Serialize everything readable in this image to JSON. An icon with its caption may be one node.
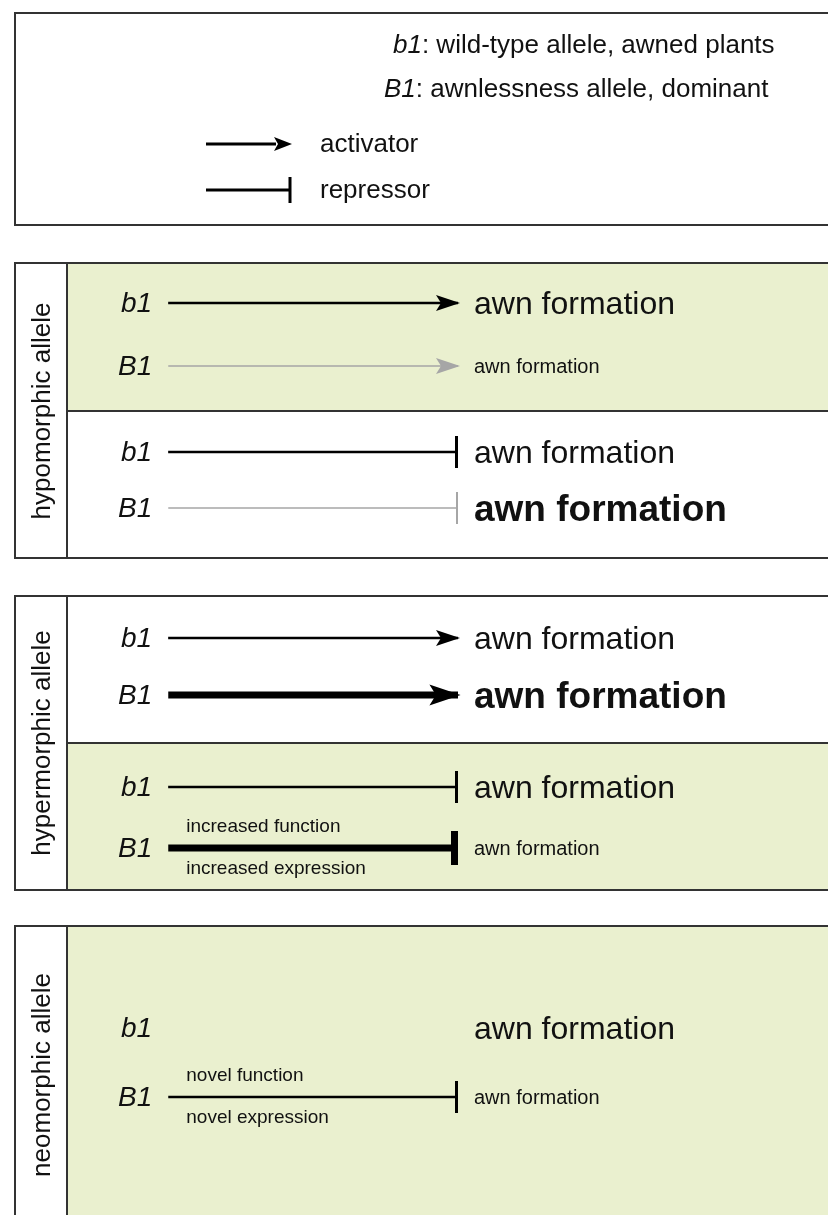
{
  "diagram": {
    "nodes": [
      {
        "text": [
          "hypomorphic allele"
        ]
      },
      {
        "text": [
          "b1"
        ],
        "in": 0
      },
      {
        "text": [
          "awn formation"
        ],
        "in": 0
      },
      {
        "text": [
          "B1"
        ],
        "in": 0
      },
      {
        "text": [
          "awn formation"
        ],
        "in": 0
      },
      {
        "text": [
          "b1"
        ],
        "in": 0
      },
      {
        "text": [
          "awn formation"
        ],
        "in": 0
      },
      {
        "text": [
          "B1"
        ],
        "in": 0
      },
      {
        "text": [
          "awn formation"
        ],
        "in": 0
      },
      {
        "text": [
          "hypermorphic allele"
        ]
      },
      {
        "text": [
          "b1"
        ],
        "in": 9
      },
      {
        "text": [
          "awn formation"
        ],
        "in": 9
      },
      {
        "text": [
          "B1"
        ],
        "in": 9
      },
      {
        "text": [
          "awn formation"
        ],
        "in": 9
      },
      {
        "text": [
          "b1"
        ],
        "in": 9
      },
      {
        "text": [
          "awn formation"
        ],
        "in": 9
      },
      {
        "text": [
          "B1"
        ],
        "in": 9
      },
      {
        "text": [
          "awn formation"
        ],
        "in": 9
      },
      {
        "text": [
          "neomorphic allele"
        ]
      },
      {
        "text": [
          "b1"
        ],
        "in": 18
      },
      {
        "text": [
          "awn formation"
        ],
        "in": 18
      },
      {
        "text": [
          "B1"
        ],
        "in": 18
      },
      {
        "text": [
          "awn formation"
        ],
        "in": 18
      }
    ],
    "edges": [
      {
        "from": 1,
        "to": 2,
        "arrow": "to"
      },
      {
        "from": 3,
        "to": 4,
        "arrow": "to",
        "color": "#a6a6a6"
      },
      {
        "from": 5,
        "to": 6,
        "arrow": "other"
      },
      {
        "from": 7,
        "to": 8,
        "arrow": "other",
        "color": "#a6a6a6"
      },
      {
        "from": 10,
        "to": 11,
        "arrow": "to"
      },
      {
        "from": 12,
        "to": 13,
        "arrow": "to",
        "style": "thick"
      },
      {
        "from": 14,
        "to": 15,
        "arrow": "other"
      },
      {
        "from": 16,
        "to": 17,
        "arrow": "other",
        "style": "thick",
        "label": "increased function"
      },
      {
        "from": 21,
        "to": 22,
        "arrow": "other",
        "label": "novel function"
      }
    ],
    "labels": [
      "*b1*: wild-type allele, awned plants",
      "*B1*: awnlessness allele, dominant",
      "increased expression",
      "novel expression"
    ],
    "legend": [
      {
        "text": "activator"
      },
      {
        "text": "repressor"
      }
    ]
  }
}
